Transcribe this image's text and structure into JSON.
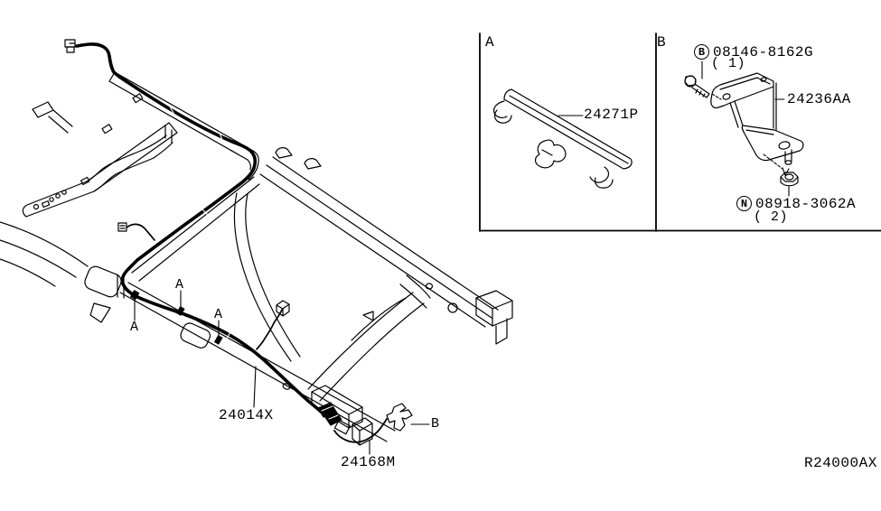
{
  "page": {
    "background_color": "#ffffff",
    "line_color": "#000000"
  },
  "main_view": {
    "harness_label": "24014X",
    "sub_harness_label": "24168M",
    "clip_callout_b": "B",
    "callout_a_labels": [
      "A",
      "A",
      "A"
    ]
  },
  "detail_a": {
    "section_label": "A",
    "part_label": "24271P"
  },
  "detail_b": {
    "section_label": "B",
    "bolt_ref": "B",
    "bolt_part": "08146-8162G",
    "bolt_qty": "( 1)",
    "bracket_part": "24236AA",
    "nut_ref": "N",
    "nut_part": "08918-3062A",
    "nut_qty": "( 2)"
  },
  "footer": {
    "drawing_ref": "R24000AX"
  }
}
